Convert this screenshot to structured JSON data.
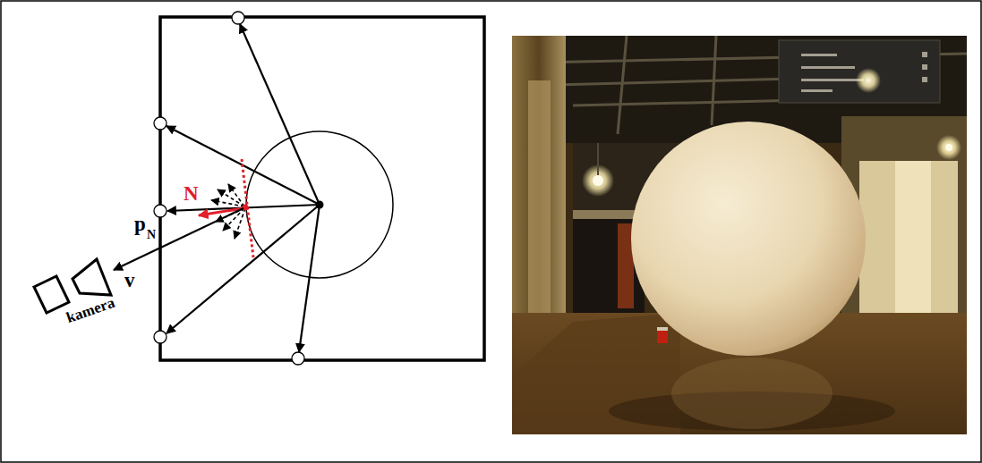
{
  "diagram": {
    "labels": [
      "N",
      "p",
      "N",
      "v",
      "kamera"
    ]
  }
}
